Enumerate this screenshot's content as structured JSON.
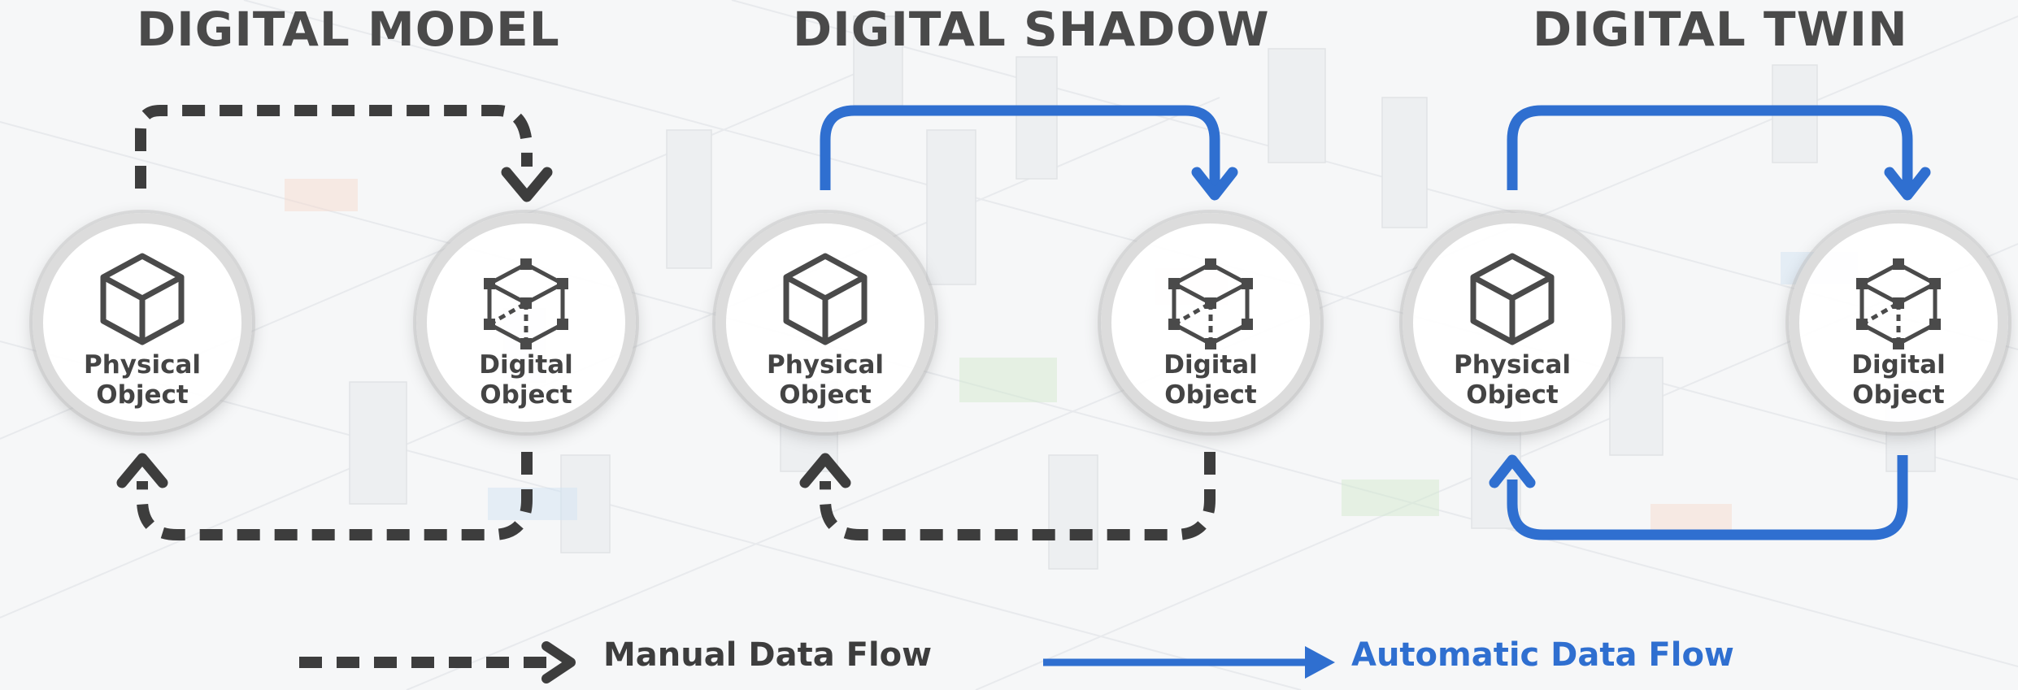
{
  "panels": [
    {
      "title": "DIGITAL MODEL",
      "physical": {
        "line1": "Physical",
        "line2": "Object"
      },
      "digital": {
        "line1": "Digital",
        "line2": "Object"
      },
      "to_digital_flow": "manual",
      "to_physical_flow": "manual"
    },
    {
      "title": "DIGITAL SHADOW",
      "physical": {
        "line1": "Physical",
        "line2": "Object"
      },
      "digital": {
        "line1": "Digital",
        "line2": "Object"
      },
      "to_digital_flow": "automatic",
      "to_physical_flow": "manual"
    },
    {
      "title": "DIGITAL TWIN",
      "physical": {
        "line1": "Physical",
        "line2": "Object"
      },
      "digital": {
        "line1": "Digital",
        "line2": "Object"
      },
      "to_digital_flow": "automatic",
      "to_physical_flow": "automatic"
    }
  ],
  "legend": {
    "manual": {
      "label": "Manual Data Flow",
      "color": "#3d3d3d"
    },
    "automatic": {
      "label": "Automatic Data Flow",
      "color": "#2f6fd0"
    }
  },
  "icons": {
    "physical": "cube-icon",
    "digital": "wireframe-cube-icon"
  }
}
